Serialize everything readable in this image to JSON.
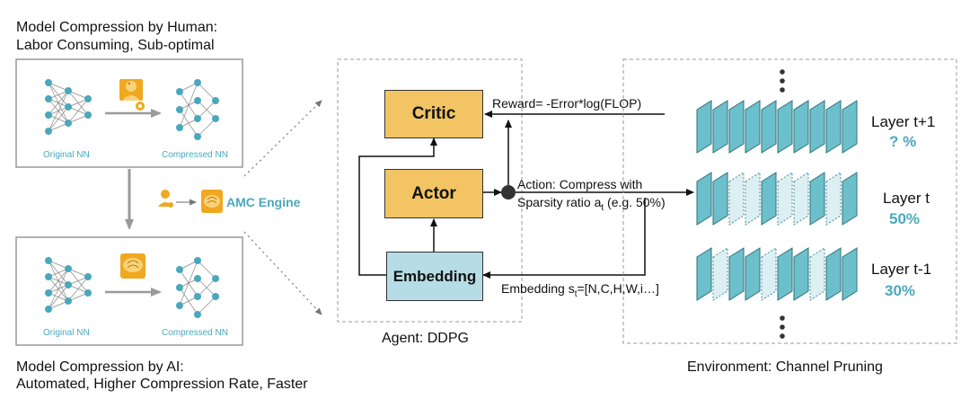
{
  "human": {
    "title_line1": "Model Compression by Human:",
    "title_line2": "Labor Consuming, Sub-optimal",
    "original_label": "Original NN",
    "compressed_label": "Compressed NN"
  },
  "ai": {
    "title_line1": "Model Compression by AI:",
    "title_line2": "Automated, Higher Compression Rate, Faster",
    "original_label": "Original NN",
    "compressed_label": "Compressed NN"
  },
  "engine": {
    "label": "AMC Engine"
  },
  "agent": {
    "caption": "Agent: DDPG",
    "critic_label": "Critic",
    "actor_label": "Actor",
    "embedding_label": "Embedding",
    "reward_text": "Reward= -Error*log(FLOP)",
    "action_line1": "Action: Compress with",
    "action_line2_prefix": "Sparsity ratio a",
    "action_line2_sub": "t",
    "action_line2_suffix": " (e.g. 50%)",
    "embed_prefix": "Embedding s",
    "embed_sub": "t",
    "embed_suffix": "=[N,C,H,W,i…]"
  },
  "environment": {
    "caption": "Environment: Channel Pruning",
    "layers": [
      {
        "name": "Layer t+1",
        "percent": "? %"
      },
      {
        "name": "Layer t",
        "percent": "50%"
      },
      {
        "name": "Layer t-1",
        "percent": "30%"
      }
    ]
  },
  "colors": {
    "teal": "#4aa8bd",
    "teal_fill": "#6cc0cc",
    "teal_pale": "#dcf0f3",
    "orange": "#f2c464",
    "embedding_fill": "#b6dce6",
    "gray_arrow": "#9a9a9a"
  },
  "icons": [
    "human-engineer-icon",
    "gear-icon",
    "brain-engine-icon"
  ]
}
